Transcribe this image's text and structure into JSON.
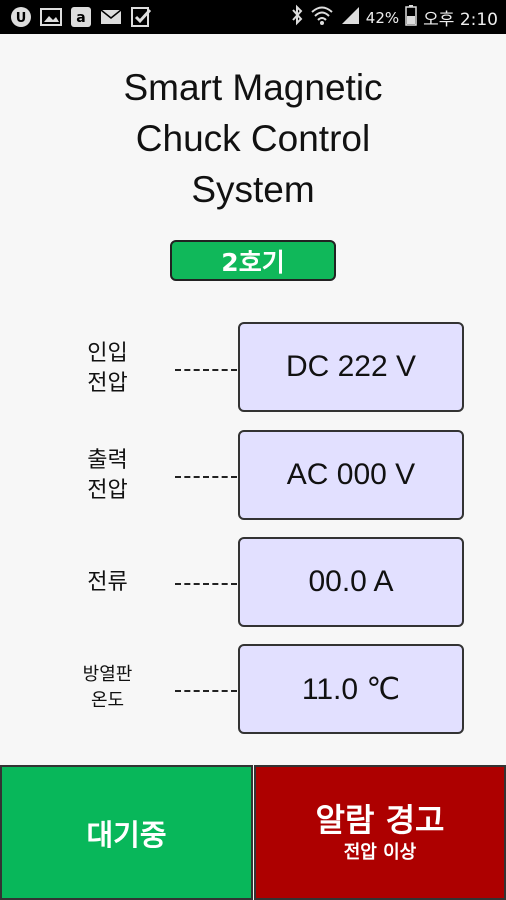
{
  "status_bar": {
    "battery": "42%",
    "time": "오후 2:10",
    "left_icons": [
      "u-plus-icon",
      "gallery-icon",
      "amazon-icon",
      "mail-icon",
      "check-icon"
    ],
    "right_icons": [
      "bluetooth-icon",
      "wifi-icon",
      "signal-icon",
      "battery-icon"
    ]
  },
  "title": "Smart Magnetic Chuck Control System",
  "unit": "2호기",
  "rows": [
    {
      "label": "인입\n전압",
      "value": "DC 222 V"
    },
    {
      "label": "출력\n전압",
      "value": "AC 000 V"
    },
    {
      "label": "전류",
      "value": "00.0 A"
    },
    {
      "label": "방열판\n온도",
      "value": "11.0 ℃"
    }
  ],
  "buttons": {
    "standby": "대기중",
    "alarm": "알람 경고",
    "alarm_sub": "전압 이상"
  },
  "colors": {
    "green": "#08b75a",
    "red": "#ad0000",
    "value_bg": "#e2e0ff"
  }
}
